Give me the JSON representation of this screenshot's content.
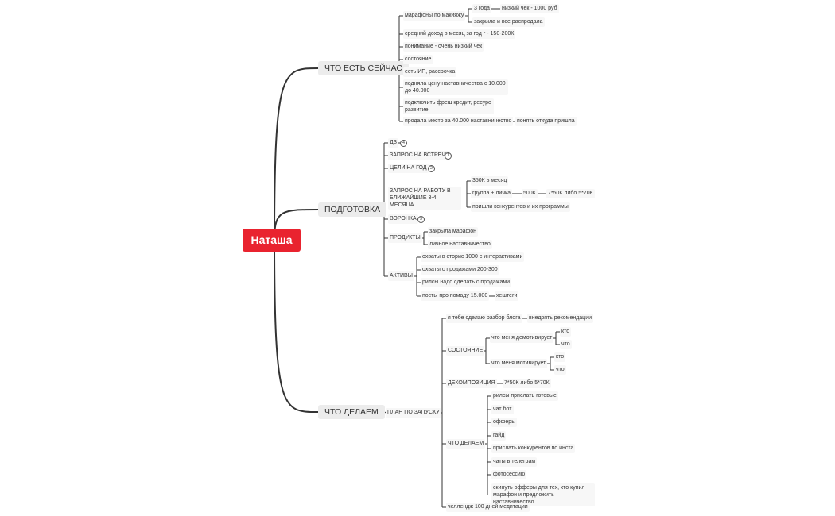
{
  "root": "Наташа",
  "branches": {
    "now": {
      "label": "ЧТО ЕСТЬ СЕЙЧАС",
      "marathons": "марафоны по макияжу",
      "three_years": "3 года",
      "low_check": "низкий чек - 1000 руб",
      "closed_sold": "закрыла и все распродала",
      "avg_income": "средний доход в месяц за год г - 150-200К",
      "understanding": "понимание - очень низкий чек",
      "state": "состояние",
      "ip": "есть ИП, рассрочка",
      "raised_price": "подняла цену наставничества с 10.000 до 40.000",
      "connect_credit": "подключить фреш кредит, ресурс развитие",
      "sold_place": "продала место за 40.000 наставничество",
      "where_from": "понять откуда пришла"
    },
    "prep": {
      "label": "ПОДГОТОВКА",
      "dz": "ДЗ",
      "dz_badge": "4",
      "meeting": "ЗАПРОС НА ВСТРЕЧУ",
      "meeting_badge": "1",
      "goals": "ЦЕЛИ НА ГОД",
      "goals_badge": "2",
      "work_request": "ЗАПРОС НА РАБОТУ В БЛИЖАЙШИЕ 3-4 МЕСЯЦА",
      "k350": "350К в месяц",
      "group_personal": "группа + личка",
      "k500": "500К",
      "calc": "7*50К либо 5*70К",
      "competitors": "пришли конкурентов и их программы",
      "funnel": "ВОРОНКА",
      "funnel_badge": "3",
      "products": "ПРОДУКТЫ",
      "closed_marathon": "закрыла марафон",
      "personal_mentoring": "личное наставничество",
      "assets": "АКТИВЫ",
      "reach_stories": "охваты в сторис 1000  с интерактивами",
      "reach_sales": "охваты с продажами 200-300",
      "reels_sales": "рилсы надо сделать с продажами",
      "lipstick_posts": "посты про помаду 15.000",
      "hashtags": "хештеги"
    },
    "doing": {
      "label": "ЧТО ДЕЛАЕМ",
      "launch_plan": "ПЛАН ПО ЗАПУСКУ",
      "blog_review": "я тебе сделаю разбор блога",
      "implement": "внедрять рекомендации",
      "state": "СОСТОЯНИЕ",
      "demotivates": "что меня демотивирует",
      "who1": "кто",
      "what1": "что",
      "motivates": "что меня мотивирует",
      "who2": "кто",
      "what2": "что",
      "decomposition": "ДЕКОМПОЗИЦИЯ",
      "decomp_value": "7*50К либо 5*70К",
      "doing_sub": "ЧТО ДЕЛАЕМ",
      "reels_ready": "рилсы прислать готовые",
      "chatbot": "чат бот",
      "offers": "офферы",
      "guide": "гайд",
      "insta_comp": "прислать конкурентов по инста",
      "tg_chats": "чаты в телеграм",
      "photoshoot": "фотосессию",
      "offers_bought": "скинуть офферы для тех, кто купил марафон и предложить наставничество",
      "challenge": "челлендж 100 дней медитации"
    }
  }
}
